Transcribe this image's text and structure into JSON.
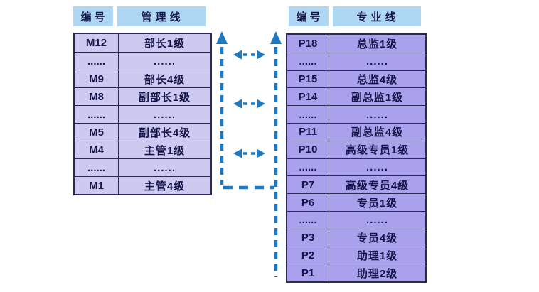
{
  "page": {
    "background": "#ffffff"
  },
  "colors": {
    "header_bg": "#aed7f3",
    "left_cell_bg": "#cdc9f1",
    "right_cell_bg": "#a9a1ec",
    "cell_border": "#2a2a55",
    "text": "#15154a",
    "arrow": "#1d79c1"
  },
  "left_table": {
    "headers": [
      "编号",
      "管理线"
    ],
    "rows": [
      {
        "code": "M12",
        "title": "部长1级"
      },
      {
        "code": "......",
        "title": "......"
      },
      {
        "code": "M9",
        "title": "部长4级"
      },
      {
        "code": "M8",
        "title": "副部长1级"
      },
      {
        "code": "......",
        "title": "......"
      },
      {
        "code": "M5",
        "title": "副部长4级"
      },
      {
        "code": "M4",
        "title": "主管1级"
      },
      {
        "code": "......",
        "title": "......"
      },
      {
        "code": "M1",
        "title": "主管4级"
      }
    ]
  },
  "right_table": {
    "headers": [
      "编号",
      "专业线"
    ],
    "rows": [
      {
        "code": "P18",
        "title": "总监1级"
      },
      {
        "code": "......",
        "title": "......"
      },
      {
        "code": "P15",
        "title": "总监4级"
      },
      {
        "code": "P14",
        "title": "副总监1级"
      },
      {
        "code": "......",
        "title": "......"
      },
      {
        "code": "P11",
        "title": "副总监4级"
      },
      {
        "code": "P10",
        "title": "高级专员1级"
      },
      {
        "code": "......",
        "title": "......"
      },
      {
        "code": "P7",
        "title": "高级专员4级"
      },
      {
        "code": "P6",
        "title": "专员1级"
      },
      {
        "code": "......",
        "title": "......"
      },
      {
        "code": "P3",
        "title": "专员4级"
      },
      {
        "code": "P2",
        "title": "助理1级"
      },
      {
        "code": "P1",
        "title": "助理2级"
      }
    ]
  },
  "connectors": {
    "promotion_arrows": [
      {
        "name": "management-promotion-path",
        "direction": "up",
        "style": "dashed"
      },
      {
        "name": "professional-promotion-path",
        "direction": "up",
        "style": "dashed"
      }
    ],
    "transfer_arrows": [
      {
        "between": [
          "M12",
          "P18"
        ],
        "style": "two-way-dashed"
      },
      {
        "between": [
          "M8",
          "P14"
        ],
        "style": "two-way-dashed"
      },
      {
        "between": [
          "M4",
          "P10"
        ],
        "style": "two-way-dashed"
      }
    ],
    "bottom_link": {
      "between": [
        "M1",
        "professional-line"
      ],
      "style": "dashed"
    }
  }
}
